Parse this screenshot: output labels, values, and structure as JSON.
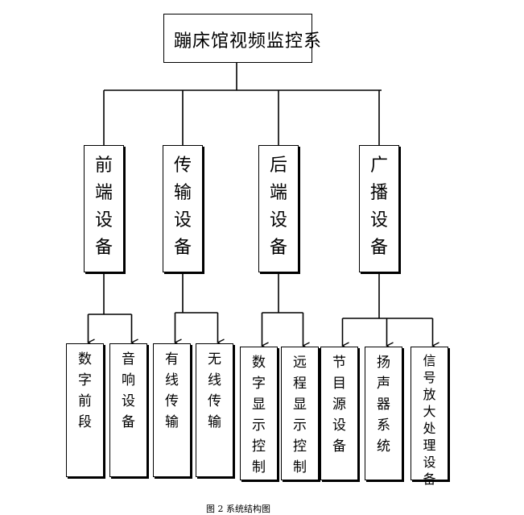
{
  "root": {
    "label": "蹦床馆视频监控系"
  },
  "categories": [
    {
      "id": "front",
      "label": "前端设备",
      "children": [
        "数字前段",
        "音响设备"
      ]
    },
    {
      "id": "transmission",
      "label": "传输设备",
      "children": [
        "有线传输",
        "无线传输"
      ]
    },
    {
      "id": "backend",
      "label": "后端设备",
      "children": [
        "数字显示控制",
        "远程显示控制"
      ]
    },
    {
      "id": "broadcast",
      "label": "广播设备",
      "children": [
        "节目源设备",
        "扬声器系统",
        "信号放大处理设备"
      ]
    }
  ],
  "caption": "图 2 系统结构图"
}
